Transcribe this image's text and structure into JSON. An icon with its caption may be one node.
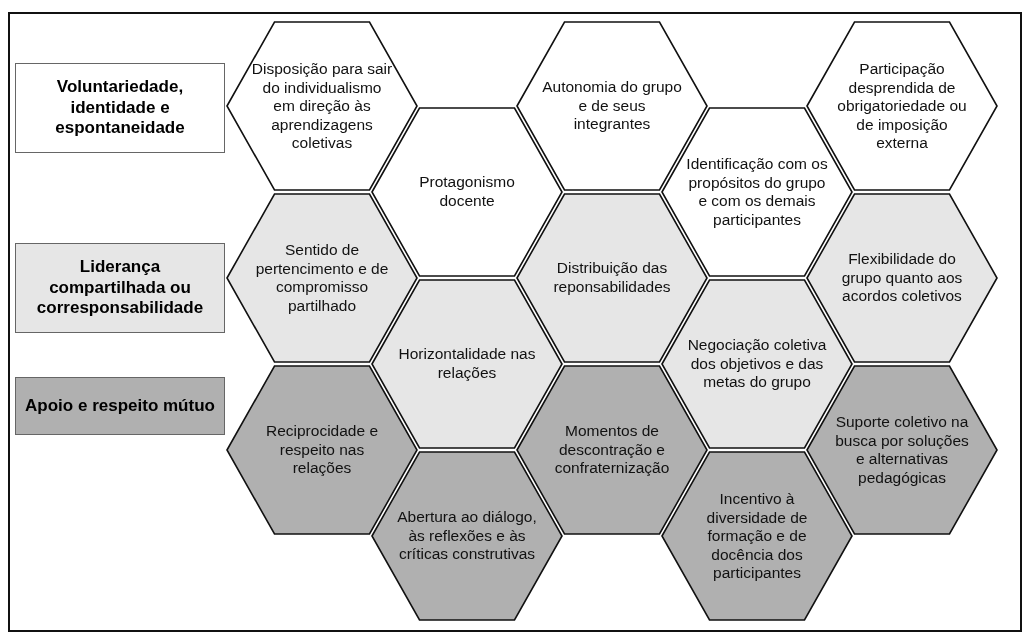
{
  "diagram": {
    "nodes": [
      {
        "text": [
          "Disposição para sair do individualismo em direção às aprendizagens coletivas"
        ]
      },
      {
        "text": [
          "Autonomia do grupo e de seus integrantes"
        ]
      },
      {
        "text": [
          "Participação desprendida de obrigatoriedade ou de imposição externa"
        ]
      },
      {
        "text": [
          "Protagonismo docente"
        ]
      },
      {
        "text": [
          "Identificação com os propósitos do grupo e com os demais participantes"
        ]
      },
      {
        "text": [
          "Sentido de pertencimento e de compromisso partilhado"
        ]
      },
      {
        "text": [
          "Distribuição das reponsabilidades"
        ]
      },
      {
        "text": [
          "Flexibilidade do grupo quanto aos acordos coletivos"
        ]
      },
      {
        "text": [
          "Horizontalidade nas relações"
        ]
      },
      {
        "text": [
          "Negociação coletiva dos objetivos e das metas do grupo"
        ]
      },
      {
        "text": [
          "Reciprocidade e respeito nas relações"
        ]
      },
      {
        "text": [
          "Momentos de descontração e confraternização"
        ]
      },
      {
        "text": [
          "Suporte coletivo na busca por soluções e alternativas pedagógicas"
        ]
      },
      {
        "text": [
          "Abertura ao diálogo, às reflexões e às críticas construtivas"
        ]
      },
      {
        "text": [
          "Incentivo à diversidade de formação e de docência dos participantes"
        ]
      }
    ],
    "legend": [
      {
        "text": "Voluntariedade, identidade e espontaneidade",
        "color": "#ffffff"
      },
      {
        "text": "Liderança compartilhada ou corresponsabilidade",
        "color": "#e6e6e6"
      },
      {
        "text": "Apoio e respeito mútuo",
        "color": "#b0b0b0"
      }
    ]
  }
}
